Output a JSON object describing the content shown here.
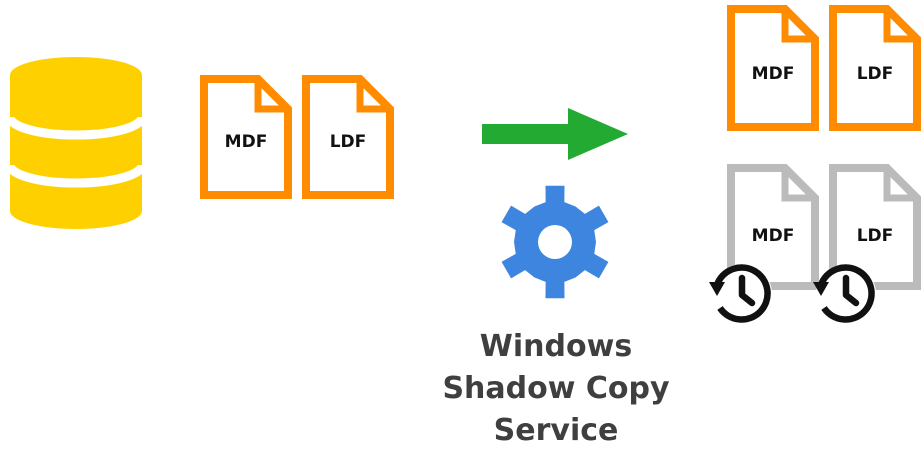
{
  "database": {
    "icon": "database-icon",
    "color": "#FFD000"
  },
  "source_files": [
    {
      "label": "MDF",
      "color": "#FF8C00"
    },
    {
      "label": "LDF",
      "color": "#FF8C00"
    }
  ],
  "arrow": {
    "icon": "arrow-right-icon",
    "color": "#22AA33"
  },
  "service": {
    "icon": "gear-icon",
    "color": "#3E85E0",
    "label_lines": [
      "Windows",
      "Shadow Copy",
      "Service"
    ]
  },
  "copies": [
    {
      "label": "MDF",
      "color": "#FF8C00"
    },
    {
      "label": "LDF",
      "color": "#FF8C00"
    }
  ],
  "snapshots": [
    {
      "label": "MDF",
      "color": "#BBBBBB",
      "icon": "history-icon"
    },
    {
      "label": "LDF",
      "color": "#BBBBBB",
      "icon": "history-icon"
    }
  ]
}
